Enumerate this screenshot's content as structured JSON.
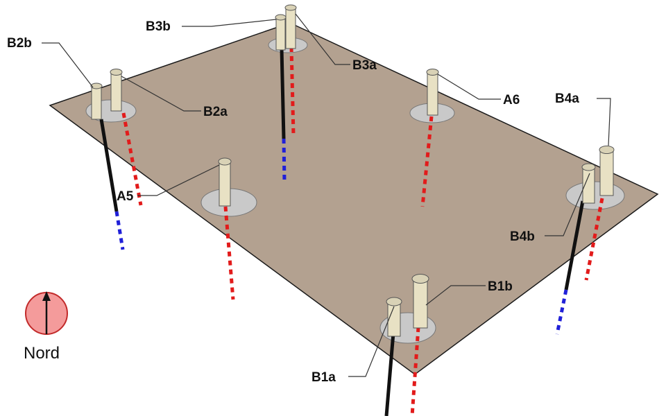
{
  "colors": {
    "slab": "#b3a190",
    "slab_edge": "#1a1a1a",
    "disc": "#c9c9c9",
    "pipe": "#e8e1c4",
    "pipe_edge": "#555555",
    "pipe_cap": "#d9d2b6",
    "solid_line": "#111111",
    "dot_red": "#e21b1b",
    "dot_blue": "#2020d8",
    "compass_fill": "#f49b9b",
    "compass_edge": "#c22a2a"
  },
  "compass": {
    "label": "Nord",
    "icon": "north-arrow-icon"
  },
  "wells": [
    {
      "id": "B1a",
      "label": "B1a"
    },
    {
      "id": "B1b",
      "label": "B1b"
    },
    {
      "id": "B2a",
      "label": "B2a"
    },
    {
      "id": "B2b",
      "label": "B2b"
    },
    {
      "id": "B3a",
      "label": "B3a"
    },
    {
      "id": "B3b",
      "label": "B3b"
    },
    {
      "id": "B4a",
      "label": "B4a"
    },
    {
      "id": "B4b",
      "label": "B4b"
    },
    {
      "id": "A5",
      "label": "A5"
    },
    {
      "id": "A6",
      "label": "A6"
    }
  ]
}
